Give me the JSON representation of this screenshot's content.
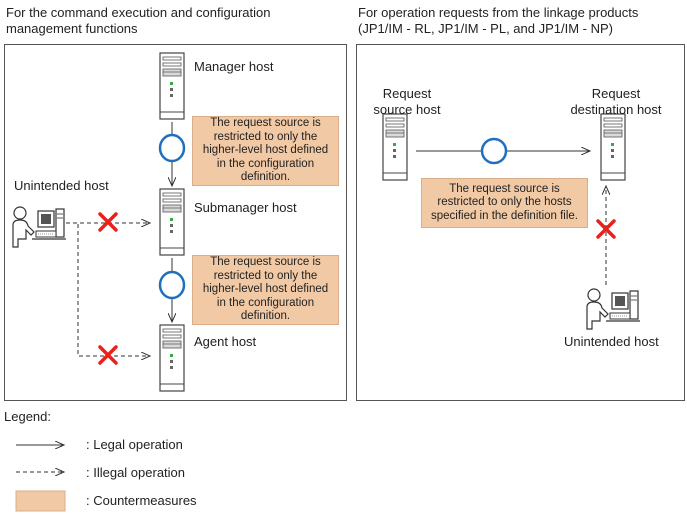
{
  "left_panel": {
    "title": "For the command execution and configuration\nmanagement functions",
    "manager_label": "Manager host",
    "submanager_label": "Submanager host",
    "agent_label": "Agent host",
    "unintended_label": "Unintended host",
    "note1": "The request source is\nrestricted to only the\nhigher-level host defined\nin the configuration\ndefinition.",
    "note2": "The request source is\nrestricted to only the\nhigher-level host defined\nin the configuration\ndefinition."
  },
  "right_panel": {
    "title": "For operation requests from the linkage products\n(JP1/IM - RL, JP1/IM - PL, and JP1/IM - NP)",
    "source_label": "Request\nsource host",
    "dest_label": "Request\ndestination host",
    "unintended_label": "Unintended host",
    "note": "The request source is\nrestricted to only the hosts\nspecified in the definition file."
  },
  "legend": {
    "title": "Legend:",
    "legal": ": Legal operation",
    "illegal": ": Illegal operation",
    "countermeasures": ": Countermeasures"
  },
  "colors": {
    "countermeasure_fill": "#f1c9a5",
    "allowed_circle": "#1e6fc0",
    "blocked_cross": "#e8221a"
  }
}
